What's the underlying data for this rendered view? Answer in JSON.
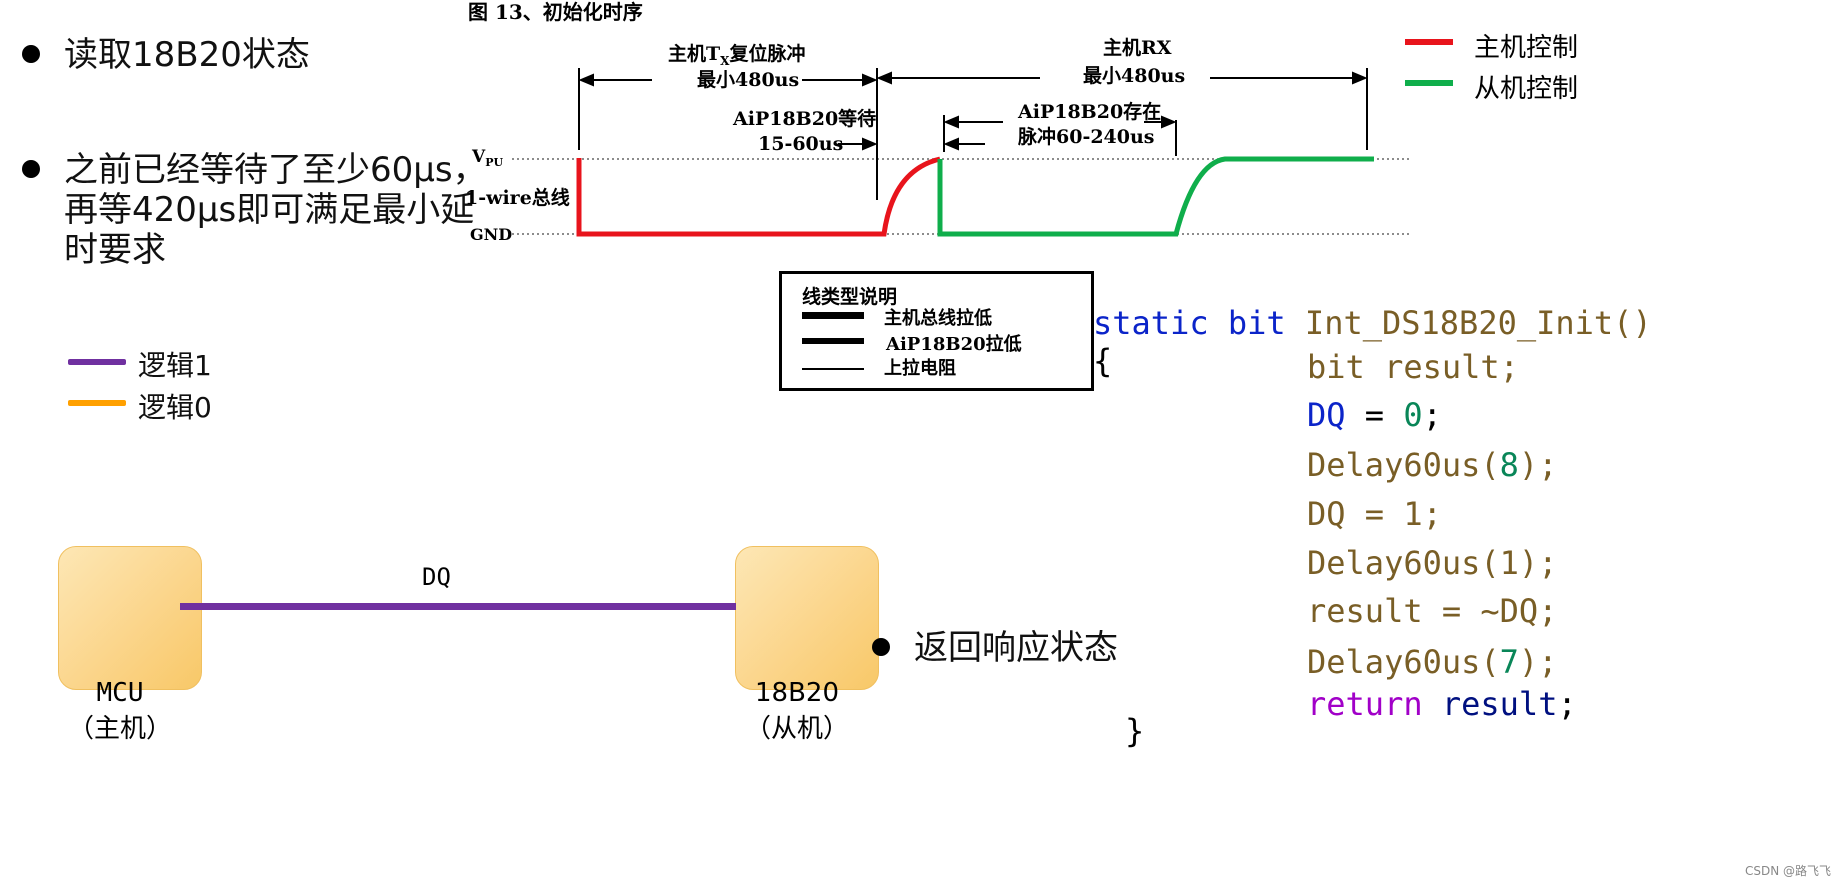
{
  "bullets": [
    {
      "text_lines": [
        "读取18B20状态"
      ]
    },
    {
      "text_lines": [
        "之前已经等待了至少60μs，",
        "再等420μs即可满足最小延",
        "时要求"
      ]
    },
    {
      "text_lines": [
        "返回响应状态"
      ]
    }
  ],
  "logic_legend": [
    {
      "label": "逻辑1",
      "color": "#7030a0"
    },
    {
      "label": "逻辑0",
      "color": "#ffa000"
    }
  ],
  "connection": {
    "wire_label": "DQ",
    "wire_color": "#7030a0",
    "left_box": {
      "line1": "MCU",
      "line2": "（主机）"
    },
    "right_box": {
      "line1": "18B20",
      "line2": "（从机）"
    }
  },
  "timing": {
    "figure_title": "图 13、初始化时序",
    "host_tx_line1": "主机T",
    "host_tx_sub": "X",
    "host_tx_line1_tail": "复位脉冲",
    "host_tx_line2": "最小480us",
    "host_rx_line1": "主机RX",
    "host_rx_line2": "最小480us",
    "wait_line1": "AiP18B20等待",
    "wait_line2": "15-60us",
    "present_line1": "AiP18B20存在",
    "present_line2": "脉冲60-240us",
    "vpu_label": "V",
    "vpu_sub": "PU",
    "bus_label": "1-wire总线",
    "gnd_label": "GND",
    "host_color": "#e8141c",
    "slave_color": "#0fae4b"
  },
  "color_legend": [
    {
      "label": "主机控制",
      "color": "#e8141c"
    },
    {
      "label": "从机控制",
      "color": "#0fae4b"
    }
  ],
  "line_type_legend": {
    "title": "线类型说明",
    "items": [
      "主机总线拉低",
      "AiP18B20拉低",
      "上拉电阻"
    ]
  },
  "code": {
    "l1": {
      "kw1": "static",
      "kw2": "bit",
      "fn": "Int_DS18B20_Init()"
    },
    "l2": "{",
    "l3": "bit result;",
    "l4": {
      "var": "DQ",
      "op": " = ",
      "num": "0",
      "end": ";"
    },
    "l5": {
      "fn": "Delay60us(",
      "num": "8",
      "end": ");"
    },
    "l6": {
      "var": "DQ = 1;"
    },
    "l7": {
      "fn": "Delay60us(1);"
    },
    "l8": {
      "fn": "result = ~DQ;"
    },
    "l9": {
      "fn": "Delay60us(",
      "num": "7",
      "end": ");"
    },
    "l10": {
      "kw": "return",
      "var": "result",
      "end": ";"
    },
    "l11": "}"
  },
  "watermark": "CSDN @路飞飞"
}
